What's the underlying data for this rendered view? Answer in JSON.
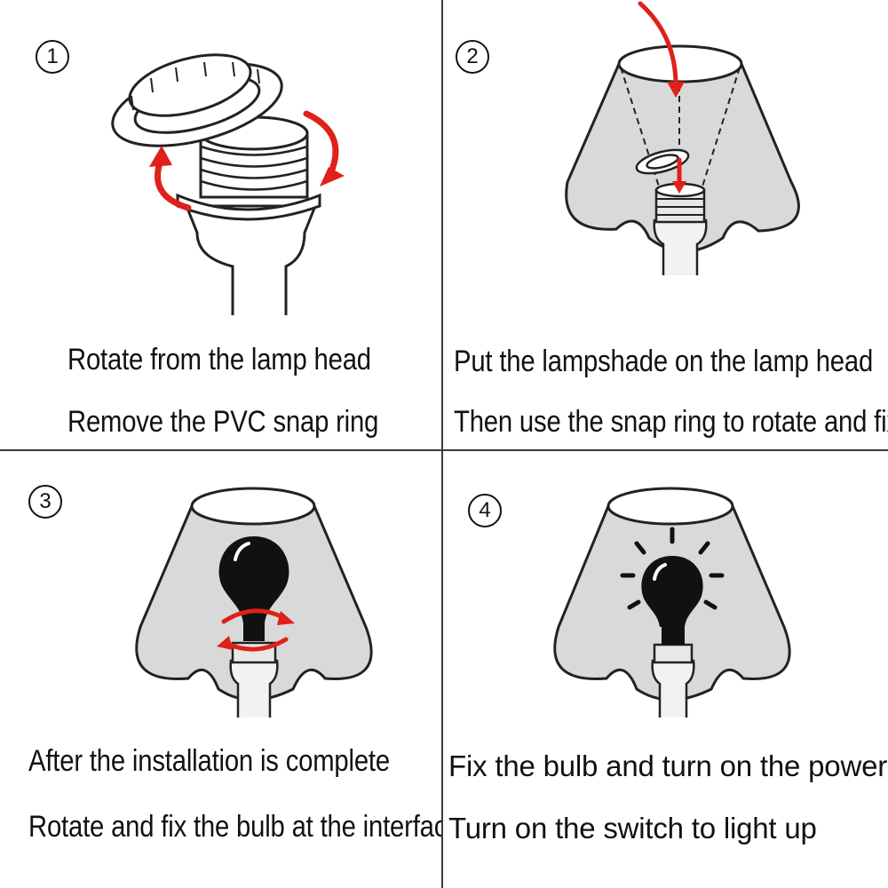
{
  "steps": [
    {
      "number": "1",
      "line1": "Rotate from the lamp head",
      "line2": "Remove the PVC snap ring"
    },
    {
      "number": "2",
      "line1": "Put the lampshade on the lamp head",
      "line2": "Then use the snap ring to rotate and fix"
    },
    {
      "number": "3",
      "line1": "After the installation is complete",
      "line2": "Rotate and fix the bulb at the interface"
    },
    {
      "number": "4",
      "line1": "Fix the bulb and turn on the power",
      "line2": "Turn on the switch to light up"
    }
  ],
  "colors": {
    "arrow": "#e0201a",
    "shade": "#d9d9d9",
    "outline": "#222222",
    "bulb": "#111111"
  },
  "icons": [
    "snap-ring-icon",
    "lamp-socket-icon",
    "rotate-arrows-icon",
    "lampshade-icon",
    "bulb-icon",
    "light-rays-icon"
  ]
}
